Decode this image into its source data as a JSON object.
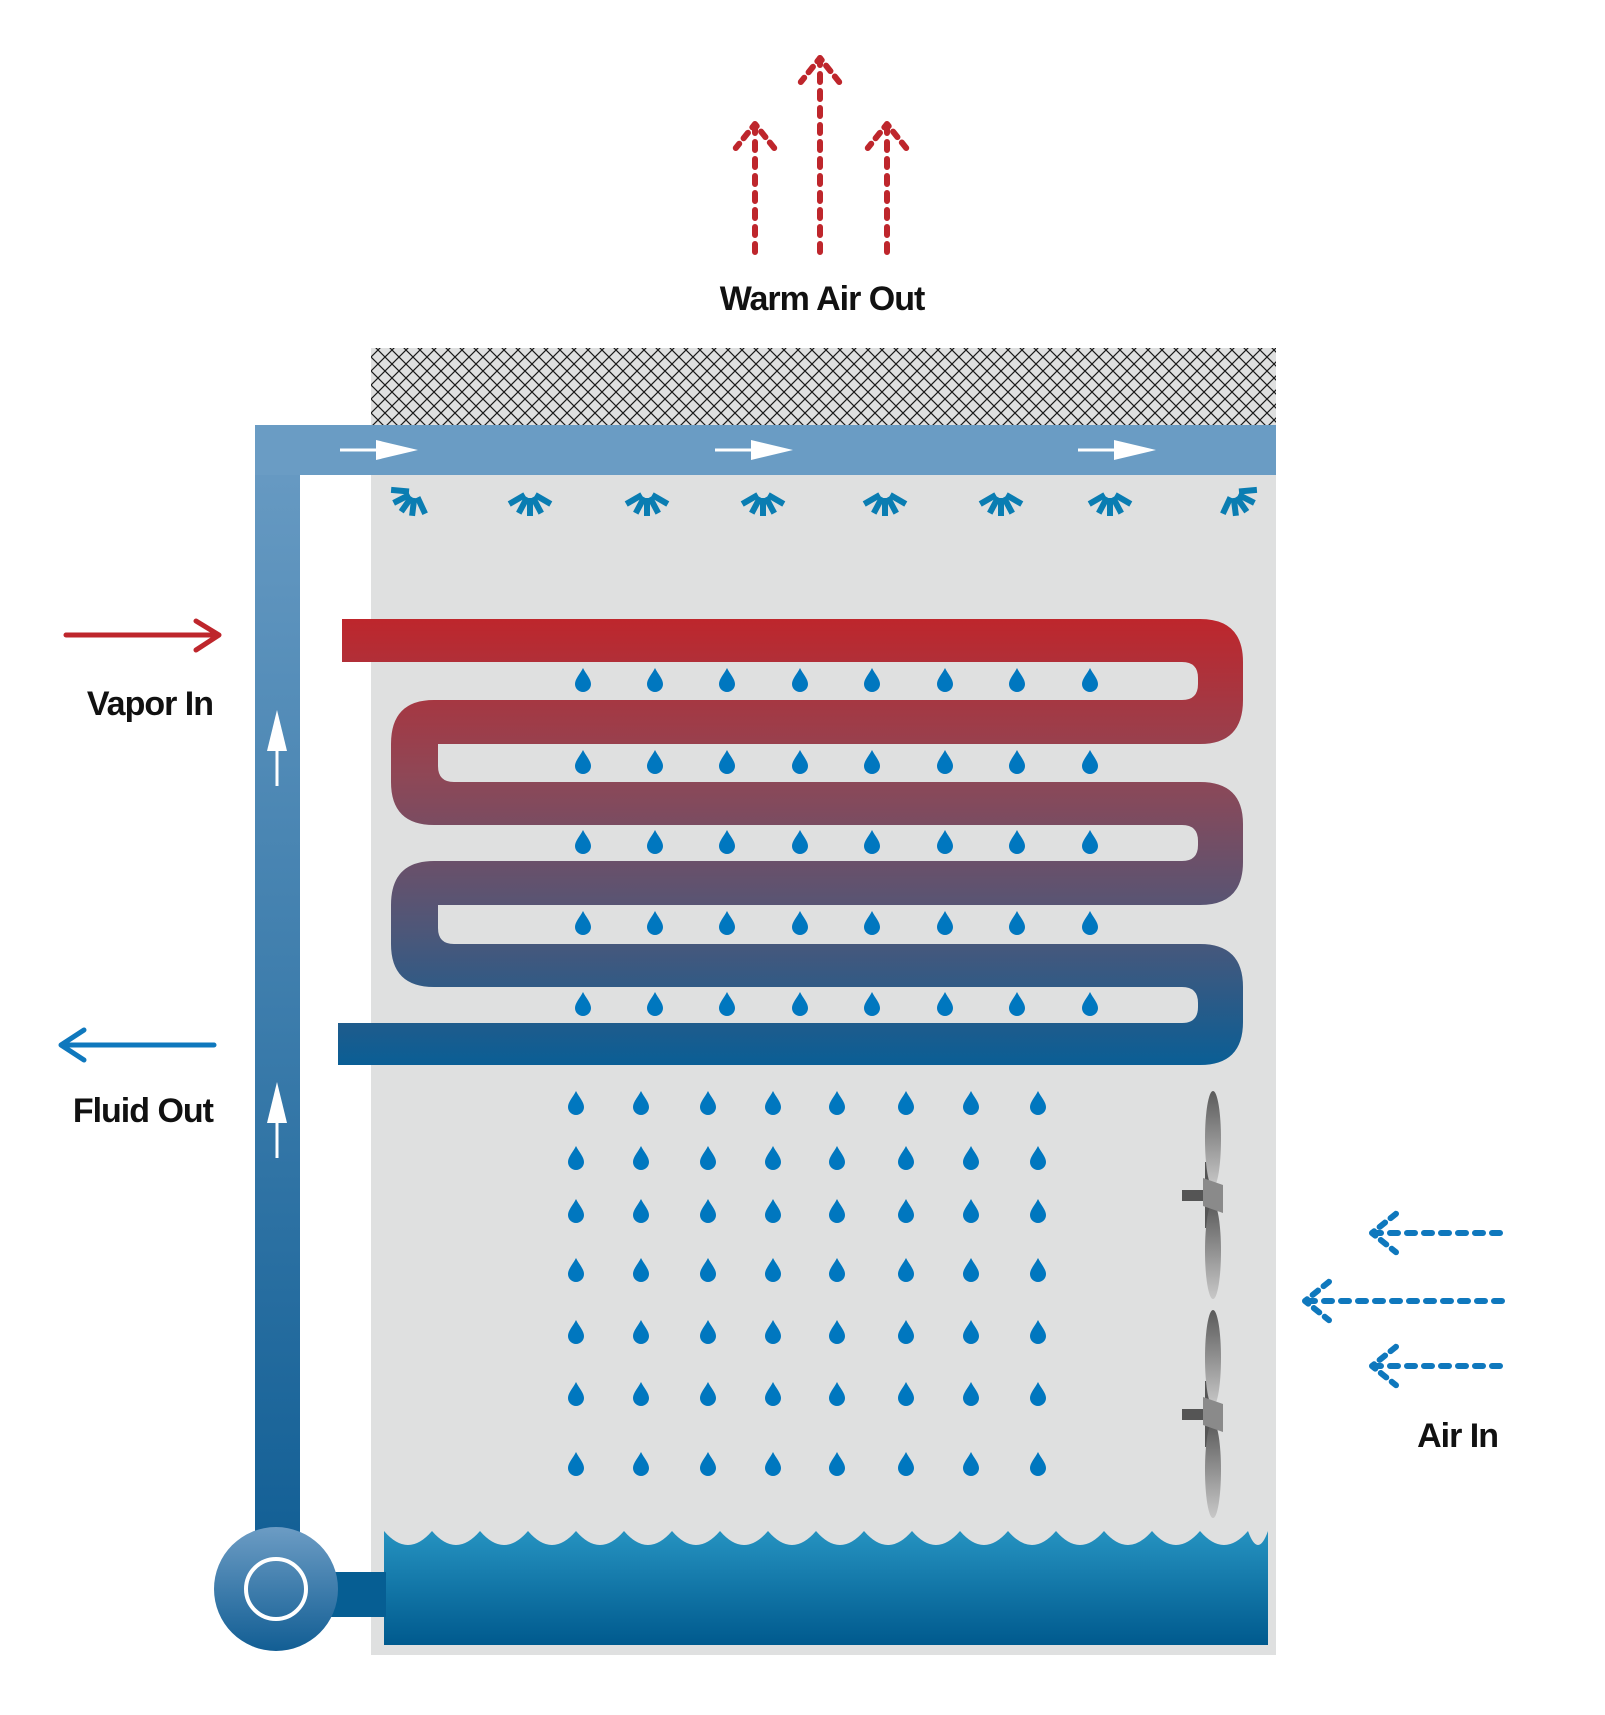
{
  "title": "Closed-circuit evaporative cooler / condenser diagram",
  "labels": {
    "warm_air_out": "Warm Air Out",
    "vapor_in": "Vapor In",
    "fluid_out": "Fluid Out",
    "air_in": "Air In"
  },
  "colors": {
    "hot": "#be262c",
    "cold": "#0d5e96",
    "pipe": "#6a9cc4",
    "pipe_dark": "#165f94",
    "water_top": "#2590bf",
    "water_bottom": "#005a8e",
    "droplet": "#0077bf",
    "nozzle": "#0a7db2",
    "cabinet": "#dfe0e0",
    "warm_air": "#be262c",
    "air_in": "#0f78bd",
    "fan": "#666666",
    "text": "#111111"
  },
  "components": {
    "eliminator": "drift-eliminator-mesh",
    "spray_nozzles": 8,
    "coil_passes": 6,
    "fans": 2,
    "pump": "recirculation-pump",
    "basin": "water-basin"
  },
  "droplets": {
    "coil_columns": 8,
    "coil_rows": 5,
    "lower_columns": 8,
    "lower_rows": 7
  },
  "arrows": {
    "warm_air_out": 3,
    "air_in": 3,
    "header_flow": 3,
    "riser_flow": 2
  }
}
